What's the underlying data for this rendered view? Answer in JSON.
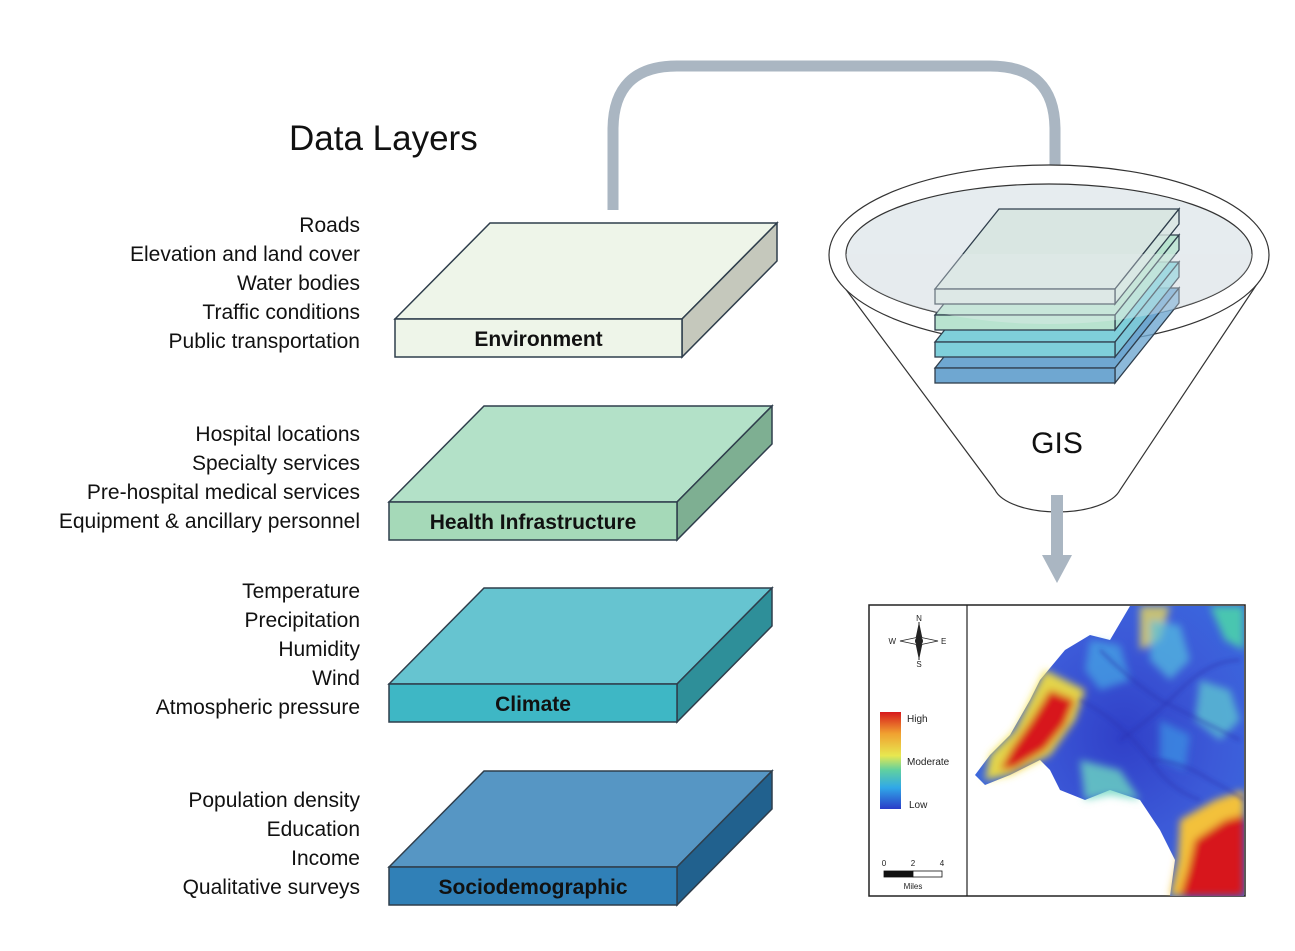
{
  "title": "Data Layers",
  "layers": [
    {
      "name": "Environment",
      "items": [
        "Roads",
        "Elevation and land cover",
        "Water bodies",
        "Traffic conditions",
        "Public transportation"
      ],
      "colors": {
        "top": "#eef5e9",
        "front": "#eef5e9",
        "side": "#c5c8bc"
      }
    },
    {
      "name": "Health Infrastructure",
      "items": [
        "Hospital locations",
        "Specialty services",
        "Pre-hospital medical services",
        "Equipment & ancillary personnel"
      ],
      "colors": {
        "top": "#b3e1c8",
        "front": "#a5d9b8",
        "side": "#7eaf92"
      }
    },
    {
      "name": "Climate",
      "items": [
        "Temperature",
        "Precipitation",
        "Humidity",
        "Wind",
        "Atmospheric pressure"
      ],
      "colors": {
        "top": "#66c4d0",
        "front": "#3eb7c5",
        "side": "#2e8f99"
      }
    },
    {
      "name": "Sociodemographic",
      "items": [
        "Population density",
        "Education",
        "Income",
        "Qualitative surveys"
      ],
      "colors": {
        "top": "#5696c4",
        "front": "#3080b7",
        "side": "#21618e"
      }
    }
  ],
  "gis": {
    "label": "GIS",
    "stack_colors": [
      "#d9e6e2",
      "#b8e3cf",
      "#7fcfda",
      "#6fa7d1"
    ]
  },
  "map": {
    "compass": {
      "n": "N",
      "s": "S",
      "e": "E",
      "w": "W"
    },
    "legend": {
      "high": "High",
      "moderate": "Moderate",
      "low": "Low"
    },
    "scale": {
      "ticks": [
        "0",
        "2",
        "4"
      ],
      "unit": "Miles"
    }
  },
  "colors": {
    "arrow": "#aab6c2",
    "outline": "#2f3e4c"
  }
}
